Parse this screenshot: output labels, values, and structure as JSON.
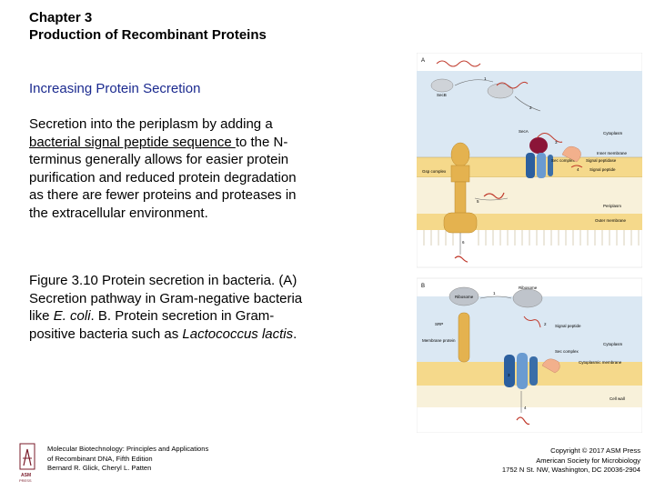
{
  "header": {
    "chapter": "Chapter 3",
    "chapter_title": "Production of Recombinant Proteins"
  },
  "subtitle": "Increasing Protein Secretion",
  "body": {
    "p1_a": "Secretion into the periplasm by adding a ",
    "p1_link": "bacterial signal peptide sequence ",
    "p1_b": "to the N-terminus generally allows for easier protein purification and reduced protein degradation as there are fewer proteins and proteases in the extracellular environment.",
    "p2_a": "Figure 3.10 Protein secretion in bacteria. (A) Secretion pathway in Gram-negative bacteria like ",
    "p2_ecoli": "E. coli",
    "p2_b": ". B. Protein secretion in Gram-positive bacteria such as ",
    "p2_lacto": "Lactococcus lactis",
    "p2_c": "."
  },
  "figure": {
    "panel_a": {
      "letter": "A",
      "secb": "SecB",
      "seca": "SecA",
      "cytoplasm": "Cytoplasm",
      "inner_membrane": "Inner membrane",
      "sec_complex": "Sec complex",
      "signal_peptidase": "Signal peptidase",
      "gsp_complex": "Gsp complex",
      "signal_peptide": "Signal peptide",
      "periplasm": "Periplasm",
      "outer_membrane": "Outer membrane",
      "steps": [
        "1",
        "2",
        "3",
        "4",
        "5",
        "6"
      ]
    },
    "panel_b": {
      "letter": "B",
      "ribosome1": "Ribosome",
      "ribosome2": "Ribosome",
      "srp": "SRP",
      "membrane_protein": "Membrane protein",
      "signal_peptide": "Signal peptide",
      "sec_complex": "Sec complex",
      "cytoplasm": "Cytoplasm",
      "cytoplasmic_membrane": "Cytoplasmic membrane",
      "cell_wall": "Cell wall",
      "steps": [
        "1",
        "2",
        "3",
        "4"
      ]
    }
  },
  "footer": {
    "left_line1": "Molecular Biotechnology: Principles and Applications",
    "left_line2": "of Recombinant DNA, Fifth Edition",
    "left_line3": "Bernard R. Glick, Cheryl L. Patten",
    "right_line1": "Copyright © 2017 ASM Press",
    "right_line2": "American Society for Microbiology",
    "right_line3": "1752 N St. NW, Washington, DC 20036-2904",
    "logo_text": "ASM PRESS"
  }
}
